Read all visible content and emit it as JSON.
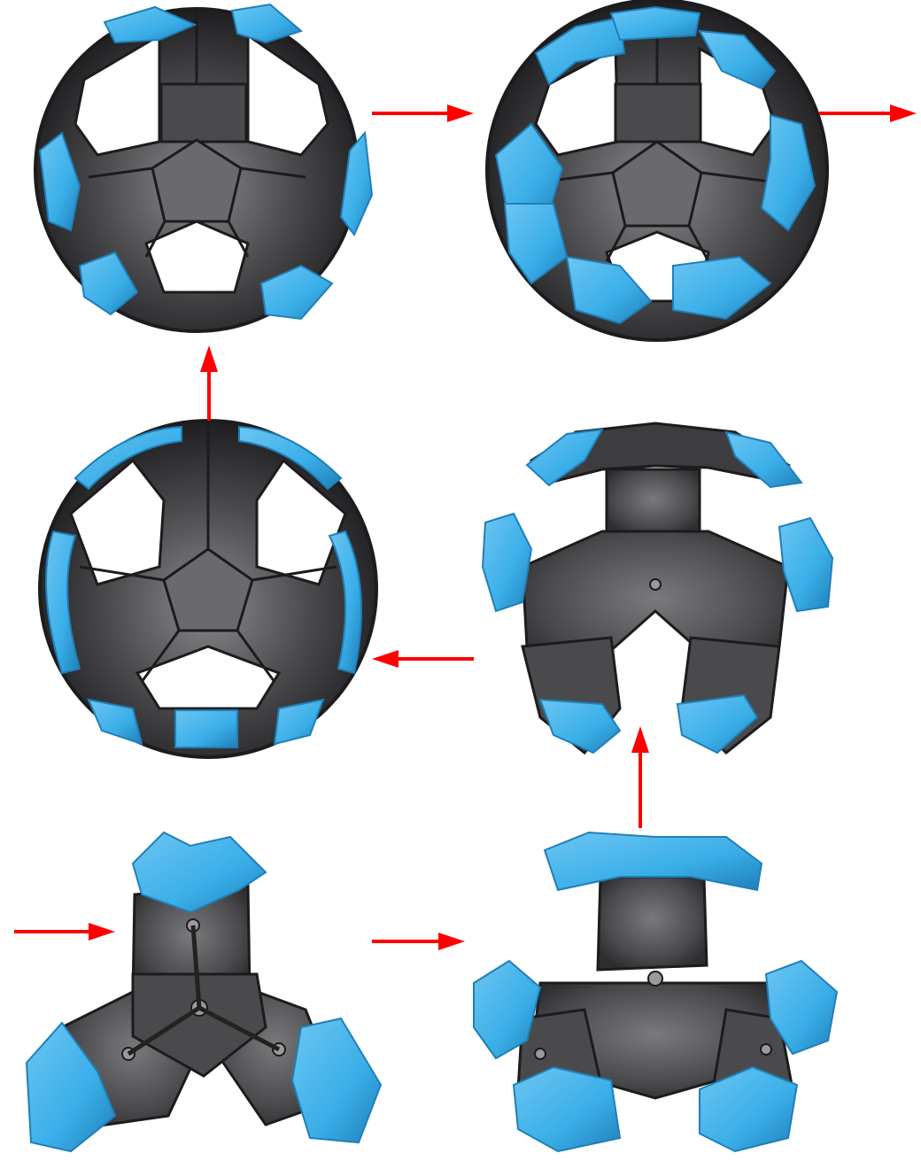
{
  "diagram": {
    "kind": "assembly-sequence",
    "colors": {
      "panel_dark": "#3d3d3f",
      "panel_mid": "#5a5a5c",
      "panel_light": "#8a8a8c",
      "seam": "#1c1c1e",
      "connector_blue": "#3aaee8",
      "connector_blue_dark": "#1f7fb8",
      "arrow": "#ff0000"
    },
    "stages": [
      {
        "id": "stage-1",
        "state": "flat-three-arm-net",
        "connectors_visible": true
      },
      {
        "id": "stage-2",
        "state": "arms-folding-up",
        "connectors_visible": true
      },
      {
        "id": "stage-3",
        "state": "partially-assembled-open",
        "connectors_visible": true
      },
      {
        "id": "stage-4",
        "state": "hemisphere-closed-front",
        "connectors_visible": true
      },
      {
        "id": "stage-5",
        "state": "sphere-with-openings",
        "connectors_visible": true
      },
      {
        "id": "stage-6",
        "state": "sphere-nearly-complete",
        "connectors_visible": true
      }
    ],
    "arrows": [
      {
        "id": "arrow-into-stage-1",
        "direction": "right"
      },
      {
        "id": "arrow-stage-1-to-2",
        "direction": "right"
      },
      {
        "id": "arrow-stage-2-to-3",
        "direction": "up"
      },
      {
        "id": "arrow-stage-3-to-4",
        "direction": "left"
      },
      {
        "id": "arrow-stage-4-to-5",
        "direction": "up"
      },
      {
        "id": "arrow-stage-5-to-6",
        "direction": "right"
      },
      {
        "id": "arrow-out-of-stage-6",
        "direction": "right"
      }
    ]
  }
}
